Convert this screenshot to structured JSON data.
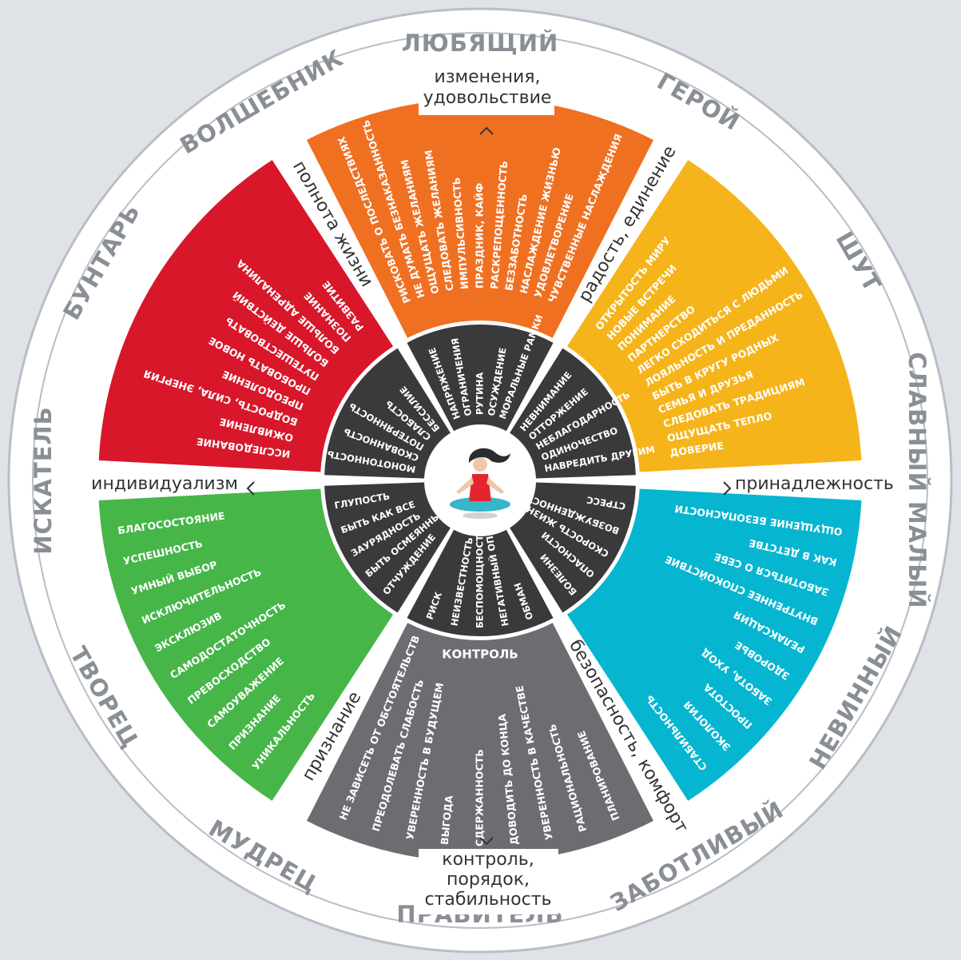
{
  "archetypes": {
    "lover": "ЛЮБЯЩИЙ",
    "hero": "ГЕРОЙ",
    "jester": "ШУТ",
    "everyman": "СЛАВНЫЙ МАЛЫЙ",
    "innocent": "НЕВИННЫЙ",
    "caregiver": "ЗАБОТЛИВЫЙ",
    "ruler": "ПРАВИТЕЛЬ",
    "sage": "МУДРЕЦ",
    "creator": "ТВОРЕЦ",
    "explorer": "ИСКАТЕЛЬ",
    "rebel": "БУНТАРЬ",
    "magician": "ВОЛШЕБНИК"
  },
  "needs": {
    "top_line1": "изменения,",
    "top_line2": "удовольствие",
    "top_right": "радость, единение",
    "top_left": "полнота жизни",
    "right": "принадлежность",
    "left": "индивидуализм",
    "bottom_right": "безопасность, комфорт",
    "bottom_left": "признание",
    "bottom_line1": "контроль,",
    "bottom_line2": "порядок,",
    "bottom_line3": "стабильность"
  },
  "sectors": {
    "pleasure": {
      "title": "УДОВОЛЬСТВИЕ",
      "color": "#f07022",
      "items": [
        "РИСКОВАТЬ О ПОСЛЕДСТВИЯХ",
        "НЕ ДУМАТЬ БЕЗНАКАЗАННОСТЬ",
        "ОЩУЩАТЬ ЖЕЛАНИЯМ",
        "СЛЕДОВАТЬ ЖЕЛАНИЯМ",
        "ИМПУЛЬСИВНОСТЬ",
        "ПРАЗДНИК, КАЙФ",
        "РАСКРЕПОЩЕННОСТЬ",
        "БЕЗЗАБОТНОСТЬ",
        "НАСЛАЖДЕНИЕ ЖИЗНЬЮ",
        "УДОВЛЕТВОРЕНИЕ",
        "ЧУВСТВЕННЫЕ НАСЛАЖДЕНИЯ"
      ]
    },
    "belonging": {
      "title": "ПРИНАДЛЕЖНОСТЬ",
      "color": "#f6b41b",
      "items": [
        "ОТКРЫТОСТЬ МИРУ",
        "НОВЫЕ ВСТРЕЧИ",
        "ПОНИМАНИЕ",
        "ПАРТНЕРСТВО",
        "ЛЕГКО СХОДИТЬСЯ С ЛЮДЬМИ",
        "ЛОЯЛЬНОСТЬ И ПРЕДАННОСТЬ",
        "БЫТЬ В КРУГУ РОДНЫХ",
        "СЕМЬЯ И ДРУЗЬЯ",
        "СЛЕДОВАТЬ ТРАДИЦИЯМ",
        "ОЩУЩАТЬ ТЕПЛО",
        "ДОВЕРИЕ"
      ]
    },
    "comfort": {
      "title": "КОМФОРТ",
      "color": "#06b6d0",
      "items": [
        "ОЩУЩЕНИЕ БЕЗОПАСНОСТИ",
        "КАК В ДЕТСТВЕ",
        "ЗАБОТИТЬСЯ О СЕБЕ",
        "ВНУТРЕННЕЕ СПОКОЙСТВИЕ",
        "РЕЛАКСАЦИЯ",
        "ЗДОРОВЬЕ",
        "ЗАБОТА, УХОД",
        "ПРОСТОТА",
        "ЭКОЛОГИЯ",
        "СТАБИЛЬНОСТЬ"
      ]
    },
    "control": {
      "title": "КОНТРОЛЬ",
      "color": "#6b6d71",
      "items": [
        "ПЛАНИРОВАНИЕ",
        "РАЦИОНАЛЬНОСТЬ",
        "УВЕРЕННОСТЬ В КАЧЕСТВЕ",
        "ДОВОДИТЬ ДО КОНЦА",
        "СДЕРЖАННОСТЬ",
        "ВЫГОДА",
        "УВЕРЕННОСТЬ В БУДУЩЕМ",
        "ПРЕОДОЛЕВАТЬ СЛАБОСТЬ",
        "НЕ ЗАВИСЕТЬ ОТ ОБСТОЯТЕЛЬСТВ"
      ]
    },
    "individuality": {
      "title": "ИНДИВИДУАЛЬНОСТЬ",
      "color": "#46b649",
      "items": [
        "УНИКАЛЬНОСТЬ",
        "ПРИЗНАНИЕ",
        "САМОУВАЖЕНИЕ",
        "ПРЕВОСХОДСТВО",
        "САМОДОСТАТОЧНОСТЬ",
        "ЭКСКЛЮЗИВ",
        "ИСКЛЮЧИТЕЛЬНОСТЬ",
        "УМНЫЙ ВЫБОР",
        "УСПЕШНОСТЬ",
        "БЛАГОСОСТОЯНИЕ"
      ]
    },
    "energy": {
      "title": "ЭНЕРГИЯ И СВОБОДА",
      "color": "#d8172a",
      "items": [
        "ИССЛЕДОВАНИЕ",
        "ОЖИВЛЕНИЕ",
        "БОДРОСТЬ, СИЛА, ЭНЕРГИЯ",
        "ПРЕОДОЛЕНИЕ",
        "ПРОБОВАТЬ НОВОЕ",
        "ПУТЕШЕСТВОВАТЬ",
        "БОЛЬШЕ ДЕЙСТВИЙ",
        "БОЛЬШЕ АДРЕНАЛИНА",
        "ПОЗНАНИЕ",
        "РАЗВИТИЕ"
      ]
    }
  },
  "fears": {
    "top": [
      "НАПРЯЖЕНИЕ",
      "ОГРАНИЧЕНИЯ",
      "РУТИНА",
      "ОСУЖДЕНИЕ",
      "МОРАЛЬНЫЕ РАМКИ"
    ],
    "top_right": [
      "НЕВНИМАНИЕ",
      "ОТТОРЖЕНИЕ",
      "НЕБЛАГОДАРНОСТЬ",
      "ОДИНОЧЕСТВО",
      "НАВРЕДИТЬ ДРУГИМ"
    ],
    "bottom_right": [
      "СТРЕСС",
      "ВОЗБУЖДЕННОСТЬ",
      "СКОРОСТЬ ЖИЗНИ",
      "ОПАСНОСТИ",
      "БОЛЕЗНИ"
    ],
    "bottom": [
      "ОБМАН",
      "НЕГАТИВНЫЙ ОПЫТ",
      "БЕСПОМОЩНОСТЬ",
      "НЕИЗВЕСТНОСТЬ",
      "РИСК"
    ],
    "bottom_left": [
      "ОТЧУЖДЕНИЕ",
      "БЫТЬ ОСМЕЯННЫМ",
      "ЗАУРЯДНОСТЬ",
      "БЫТЬ КАК ВСЕ",
      "ГЛУПОСТЬ"
    ],
    "top_left": [
      "МОНОТОННОСТЬ",
      "СКОВАННОСТЬ",
      "ПОТЕРЯННОСТЬ",
      "СЛАБОСТЬ",
      "БЕССИЛИЕ"
    ]
  },
  "colors": {
    "ring": "#ffffff",
    "ring_border": "#c9cdd2",
    "dark": "#3a3a3c",
    "center": "#ffffff"
  }
}
